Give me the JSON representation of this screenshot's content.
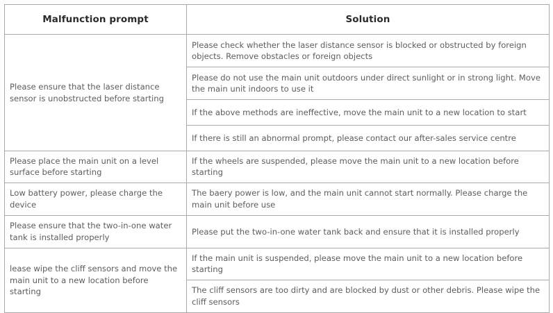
{
  "table": {
    "headers": {
      "prompt": "Malfunction prompt",
      "solution": "Solution"
    },
    "groups": [
      {
        "prompt": "Please ensure that the laser distance sensor is unobstructed before starting",
        "solutions": [
          "Please check whether the laser distance sensor is blocked or obstructed by foreign objects. Remove obstacles or foreign objects",
          "Please do not use the main unit outdoors under direct sunlight or in strong light. Move the main unit indoors to use it",
          "If the above methods are ineffective, move the main unit to a new location to start",
          "If there is still an abnormal prompt, please contact our after-sales service centre"
        ]
      },
      {
        "prompt": "Please place the main unit on a level surface before starting",
        "solutions": [
          "If the wheels are suspended, please move the main unit to a new location before starting"
        ]
      },
      {
        "prompt": "Low battery power, please charge the device",
        "solutions": [
          "The baery power is low, and the main unit cannot start normally. Please charge the main unit before use"
        ]
      },
      {
        "prompt": "Please ensure that the two-in-one water tank is installed properly",
        "solutions": [
          "Please put the two-in-one water tank back and ensure that it is installed properly"
        ]
      },
      {
        "prompt": "lease wipe the cliff sensors and move the main unit to a new location before starting",
        "solutions": [
          "If the main unit is suspended, please move the main unit to a new location before starting",
          "The cliff sensors are too dirty and are blocked by dust or other debris. Please wipe the cliff sensors"
        ]
      }
    ],
    "colors": {
      "border": "#a9a9a9",
      "header_text": "#2b2b2b",
      "body_text": "#5d5d5d",
      "background": "#ffffff"
    }
  }
}
